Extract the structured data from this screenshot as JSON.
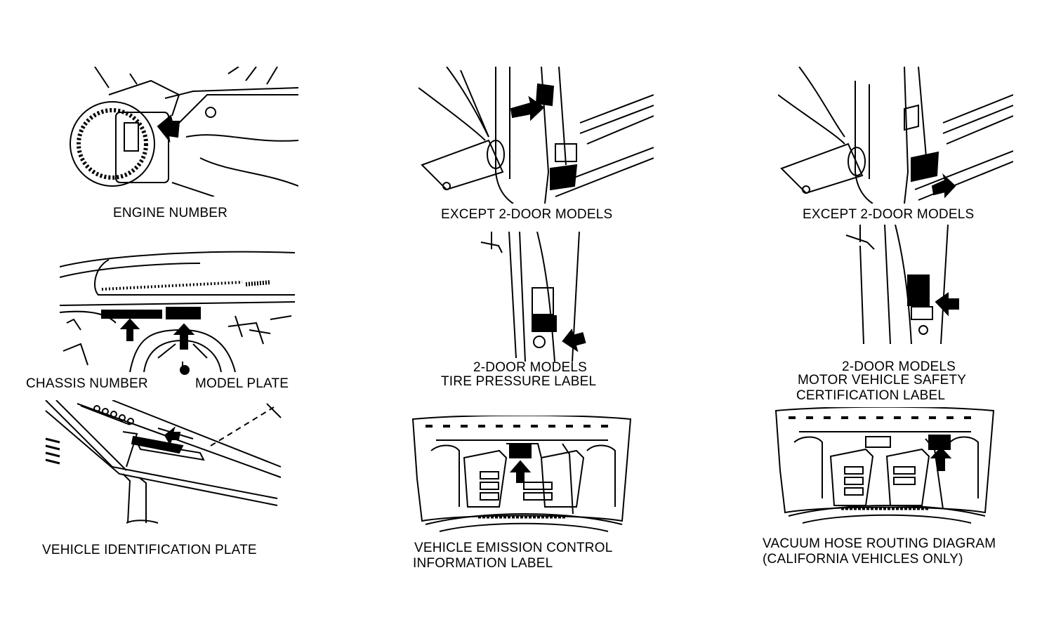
{
  "labels": {
    "engine_number": "ENGINE NUMBER",
    "except_2door_tire": "EXCEPT 2-DOOR MODELS",
    "except_2door_safety": "EXCEPT 2-DOOR MODELS",
    "chassis_number": "CHASSIS NUMBER",
    "model_plate": "MODEL PLATE",
    "two_door_tire_line1": "2-DOOR MODELS",
    "two_door_tire_line2": "TIRE PRESSURE LABEL",
    "two_door_safety_line1": "2-DOOR MODELS",
    "two_door_safety_line2": "MOTOR VEHICLE SAFETY",
    "two_door_safety_line3": "CERTIFICATION LABEL",
    "vin_plate": "VEHICLE IDENTIFICATION PLATE",
    "emission_line1": "VEHICLE EMISSION CONTROL",
    "emission_line2": "INFORMATION LABEL",
    "vacuum_line1": "VACUUM HOSE ROUTING DIAGRAM",
    "vacuum_line2": "(CALIFORNIA VEHICLES ONLY)"
  },
  "colors": {
    "ink": "#000000",
    "paper": "#ffffff"
  }
}
